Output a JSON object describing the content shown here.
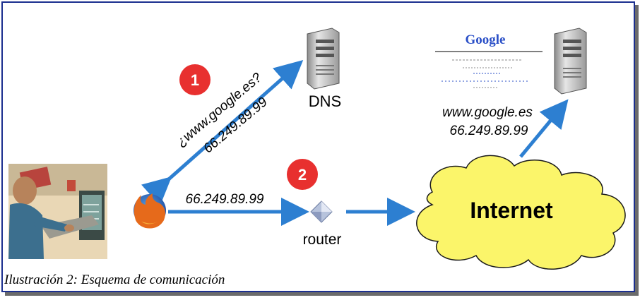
{
  "colors": {
    "arrow": "#2d7fd1",
    "badge": "#e8302f",
    "cloud_fill": "#fbf56a",
    "frame_border": "#1b2f8f",
    "google_blue": "#2a4fc7"
  },
  "badges": {
    "step1": "1",
    "step2": "2"
  },
  "nodes": {
    "dns_label": "DNS",
    "router_label": "router",
    "internet_label": "Internet",
    "google_logo": "Google"
  },
  "labels": {
    "dns_query": "¿www.google.es?",
    "dns_answer": "66.249.89.99",
    "request_ip": "66.249.89.99",
    "server_host": "www.google.es",
    "server_ip": "66.249.89.99"
  },
  "icons": [
    "user-at-computer-icon",
    "firefox-icon",
    "dns-server-icon",
    "web-server-icon",
    "router-icon",
    "internet-cloud-icon"
  ],
  "caption": "Ilustración 2: Esquema de comunicación"
}
